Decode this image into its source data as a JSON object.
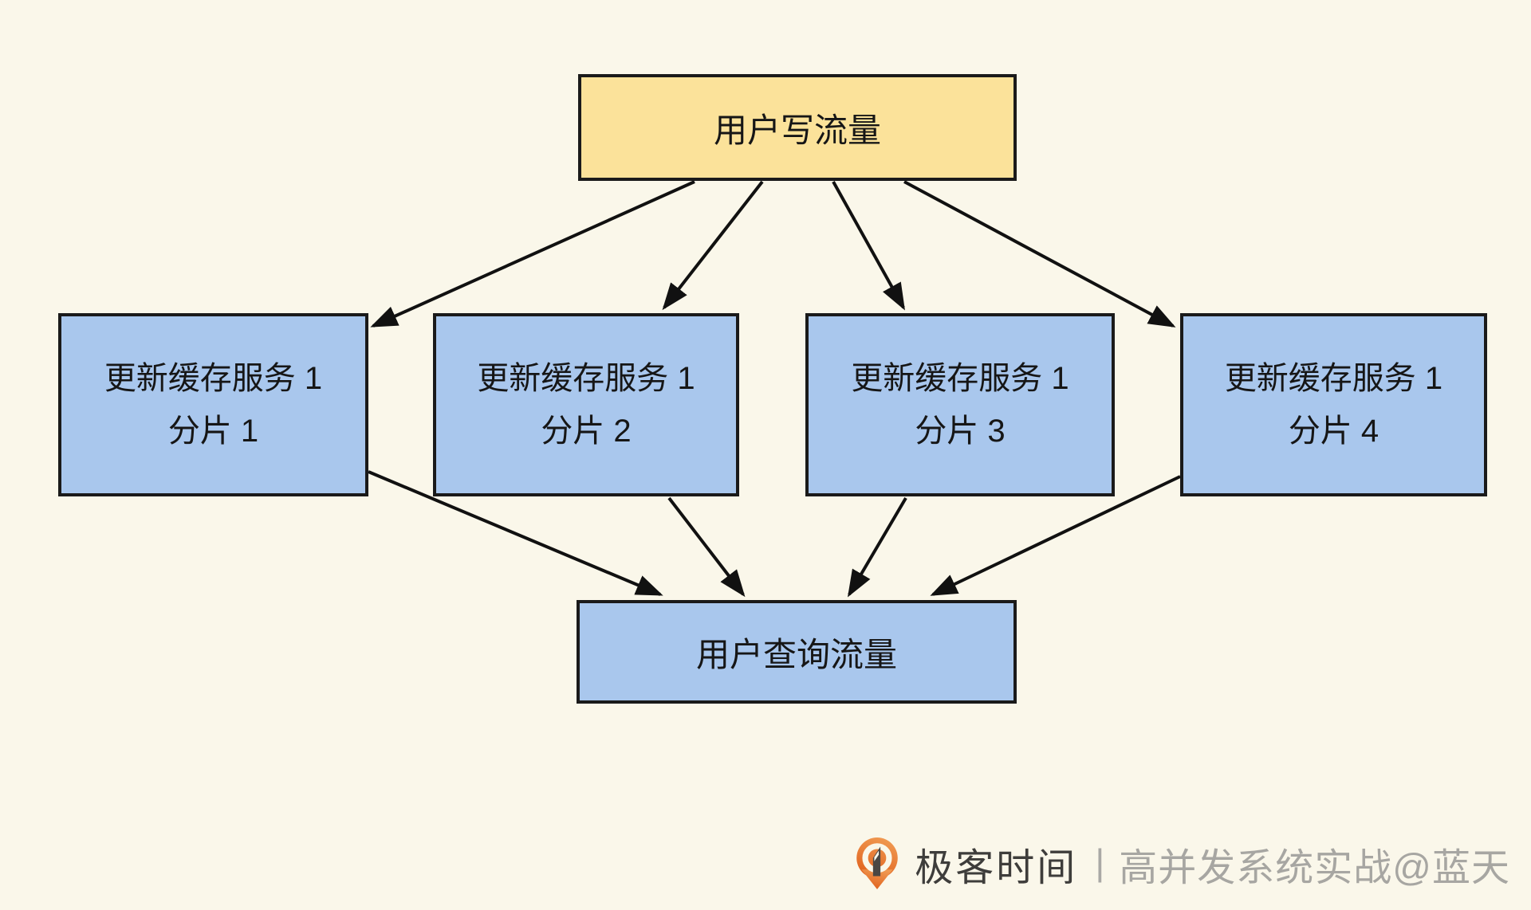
{
  "diagram": {
    "top_node": {
      "label": "用户写流量"
    },
    "shard_nodes": [
      {
        "line1": "更新缓存服务 1",
        "line2": "分片 1"
      },
      {
        "line1": "更新缓存服务 1",
        "line2": "分片 2"
      },
      {
        "line1": "更新缓存服务 1",
        "line2": "分片 3"
      },
      {
        "line1": "更新缓存服务 1",
        "line2": "分片 4"
      }
    ],
    "bottom_node": {
      "label": "用户查询流量"
    }
  },
  "watermark": {
    "brand": "极客时间",
    "separator": "|",
    "credit": "高并发系统实战@蓝天",
    "logo_icon": "geektime-pin-logo-icon"
  },
  "colors": {
    "background": "#FAF7EA",
    "node-yellow": "#FBE29A",
    "node-blue": "#A9C7ED",
    "node-border": "#1A1A1A",
    "node-text": "#161616",
    "arrow": "#111111",
    "brand-text": "#3E3D3B",
    "credit-text": "#A7A6A2",
    "logo-orange-light": "#F09A52",
    "logo-orange-dark": "#E0601C"
  }
}
